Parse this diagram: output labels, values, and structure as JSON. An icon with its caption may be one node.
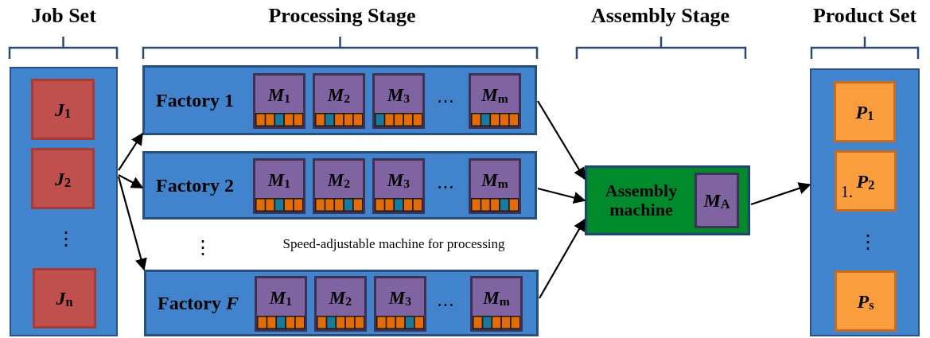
{
  "diagram": {
    "nodes": [
      {
        "text": [],
        "shape": "box"
      },
      {
        "text": [
          "*J*$_{1}$"
        ],
        "in": 0
      },
      {
        "text": [
          "*J*$_{2}$"
        ],
        "in": 0
      },
      {
        "text": [
          "*J*$_{n}$"
        ],
        "in": 0
      },
      {
        "text": [
          "Factory 1"
        ]
      },
      {
        "text": [
          "*M*$_{1}$"
        ],
        "in": 4
      },
      {
        "text": [
          "*M*$_{2}$"
        ],
        "in": 4
      },
      {
        "text": [
          "*M*$_{3}$"
        ],
        "in": 4
      },
      {
        "text": [
          "*M*$_{m}$"
        ],
        "in": 4
      },
      {
        "text": [
          "Factory 2"
        ]
      },
      {
        "text": [
          "*M*$_{1}$"
        ],
        "in": 9
      },
      {
        "text": [
          "*M*$_{2}$"
        ],
        "in": 9
      },
      {
        "text": [
          "*M*$_{3}$"
        ],
        "in": 9
      },
      {
        "text": [
          "*M*$_{m}$"
        ],
        "in": 9
      },
      {
        "text": [
          "Factory *F*"
        ]
      },
      {
        "text": [
          "*M*$_{1}$"
        ],
        "in": 14
      },
      {
        "text": [
          "*M*$_{2}$"
        ],
        "in": 14
      },
      {
        "text": [
          "*M*$_{3}$"
        ],
        "in": 14
      },
      {
        "text": [
          "*M*$_{m}$"
        ],
        "in": 14
      },
      {
        "text": [
          "Assembly machine"
        ]
      },
      {
        "text": [
          "*M*$_{A}$"
        ],
        "in": 19
      },
      {
        "text": [],
        "shape": "box"
      },
      {
        "text": [
          "*P*$_{1}$"
        ],
        "in": 21
      },
      {
        "text": [
          "1.",
          "*P*$_{2}$"
        ],
        "in": 21
      },
      {
        "text": [
          "*P*$_{s}$"
        ],
        "in": 21
      }
    ],
    "edges": [
      {
        "from": 0,
        "to": 4,
        "arrow": "to"
      },
      {
        "from": 0,
        "to": 9,
        "arrow": "to"
      },
      {
        "from": 0,
        "to": 14,
        "arrow": "to"
      },
      {
        "from": 4,
        "to": 19,
        "arrow": "to"
      },
      {
        "from": 9,
        "to": 19,
        "arrow": "to"
      },
      {
        "from": 14,
        "to": 19,
        "arrow": "to"
      },
      {
        "from": 19,
        "to": 21,
        "arrow": "to"
      }
    ],
    "labels": [
      "Job Set",
      "Processing Stage",
      "Assembly Stage",
      "Product Set",
      "⋯",
      "⋯",
      "⋮",
      "⋮",
      "Speed-adjustable machine for processing",
      "⋮",
      "⋯"
    ]
  }
}
